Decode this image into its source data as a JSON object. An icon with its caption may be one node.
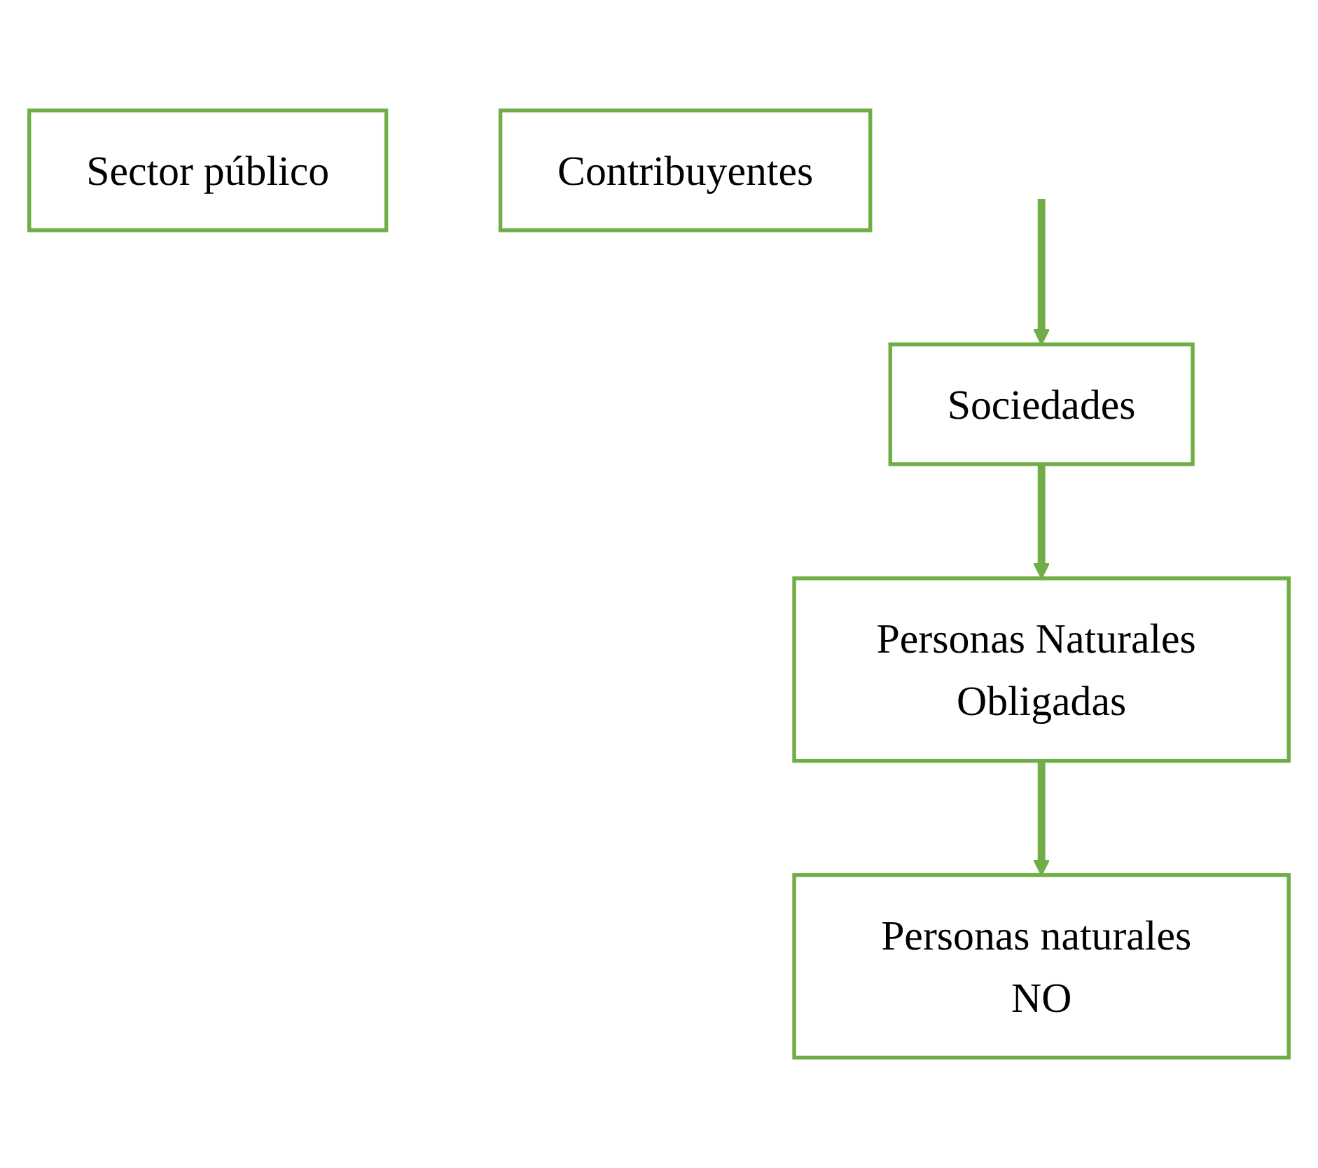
{
  "diagram": {
    "nodes": [
      {
        "text": [
          "Sector público"
        ]
      },
      {
        "text": [
          "Contribuyentes"
        ]
      },
      {
        "text": [
          "Sociedades"
        ]
      },
      {
        "text": [
          "Personas Naturales Obligadas"
        ]
      },
      {
        "text": [
          "Personas naturales NO"
        ]
      }
    ],
    "edges": [
      {
        "from": null,
        "to": 2,
        "arrow": "to"
      },
      {
        "from": 2,
        "to": 3,
        "arrow": "to"
      },
      {
        "from": 3,
        "to": 4,
        "arrow": "to"
      }
    ]
  }
}
